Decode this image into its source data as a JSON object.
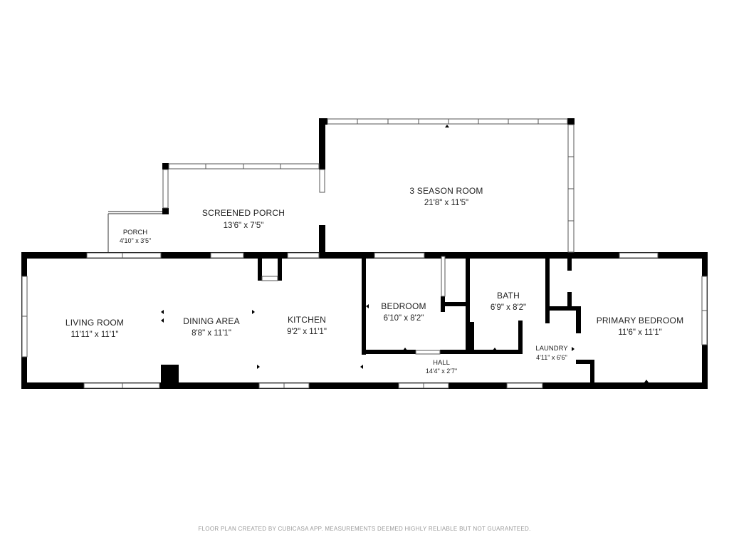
{
  "rooms": {
    "three_season": {
      "name": "3 SEASON ROOM",
      "dims": "21'8\" x 11'5\""
    },
    "screened_porch": {
      "name": "SCREENED PORCH",
      "dims": "13'6\" x 7'5\""
    },
    "porch": {
      "name": "PORCH",
      "dims": "4'10\" x 3'5\""
    },
    "living": {
      "name": "LIVING ROOM",
      "dims": "11'11\" x 11'1\""
    },
    "dining": {
      "name": "DINING AREA",
      "dims": "8'8\" x 11'1\""
    },
    "kitchen": {
      "name": "KITCHEN",
      "dims": "9'2\" x 11'1\""
    },
    "bedroom": {
      "name": "BEDROOM",
      "dims": "6'10\" x 8'2\""
    },
    "bath": {
      "name": "BATH",
      "dims": "6'9\" x 8'2\""
    },
    "laundry": {
      "name": "LAUNDRY",
      "dims": "4'11\" x 6'6\""
    },
    "hall": {
      "name": "HALL",
      "dims": "14'4\" x 2'7\""
    },
    "primary": {
      "name": "PRIMARY BEDROOM",
      "dims": "11'6\" x 11'1\""
    }
  },
  "footer": "FLOOR PLAN CREATED BY CUBICASA APP. MEASUREMENTS DEEMED HIGHLY RELIABLE BUT NOT GUARANTEED.",
  "colors": {
    "wall": "#000000",
    "window": "#ffffff",
    "window_line": "#555555",
    "text": "#222222",
    "footer": "#9a9a9a"
  }
}
